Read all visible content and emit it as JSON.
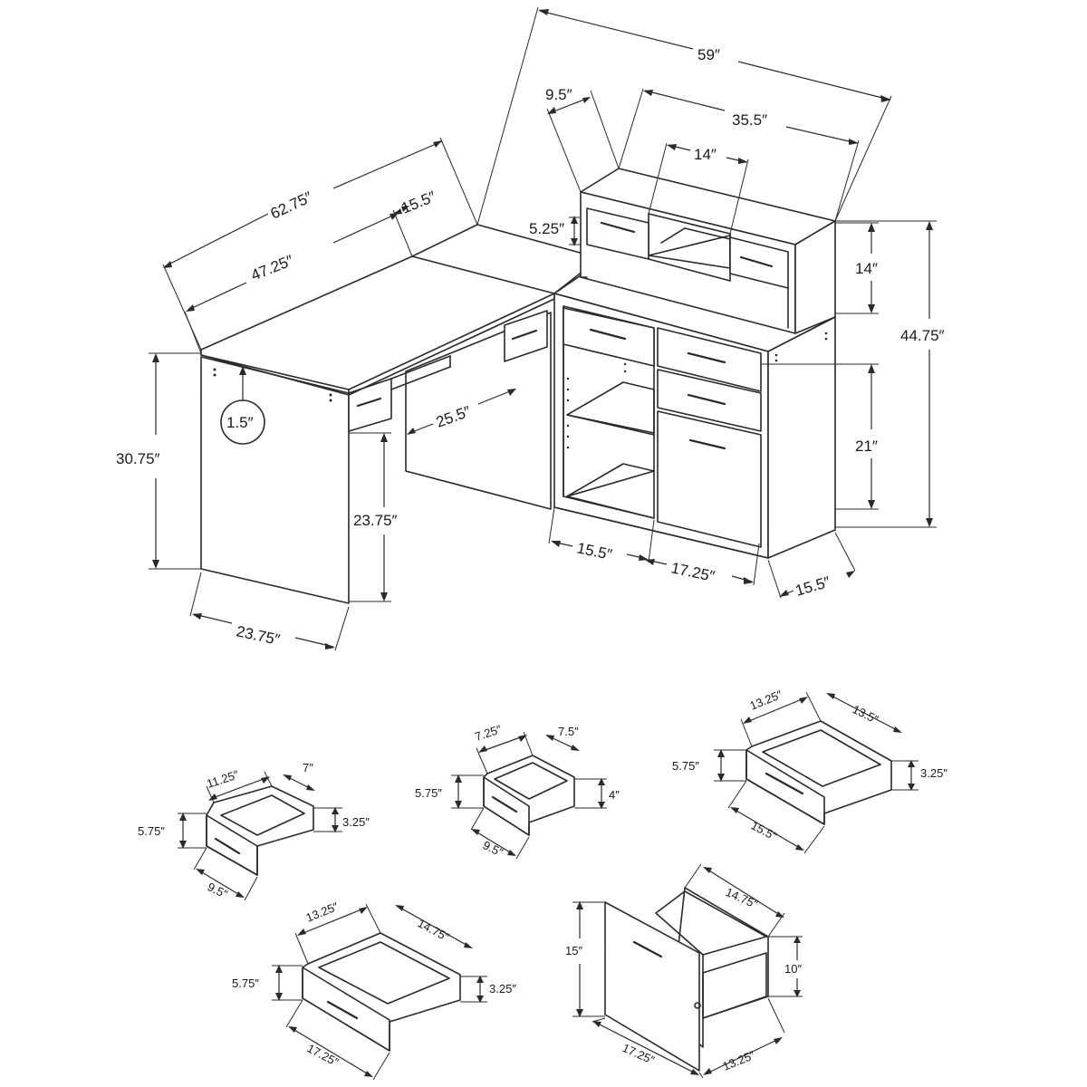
{
  "labels": {
    "overall_width": "59″",
    "hutch_side": "9.5″",
    "hutch_width": "35.5″",
    "hutch_opening": "14″",
    "left_depth": "62.75″",
    "corner_depth": "15.5″",
    "inner_length": "47.25″",
    "hutch_drawer_height": "5.25″",
    "hutch_height": "14″",
    "total_height": "44.75″",
    "desk_height": "30.75″",
    "top_thickness": "1.5″",
    "knee_depth": "25.5″",
    "knee_height": "23.75″",
    "cabinet_height": "21″",
    "desk_depth": "23.75″",
    "shelf_width": "15.5″",
    "drawer_section_width": "17.25″",
    "cabinet_depth": "15.5″"
  },
  "drawers": [
    {
      "id": "a",
      "width": "11.25″",
      "depth": "7″",
      "height": "5.75″",
      "inner_height": "3.25″",
      "front": "9.5″"
    },
    {
      "id": "b",
      "width": "7.25″",
      "depth": "7.5″",
      "height": "5.75″",
      "inner_height": "4″",
      "front": "9.5″"
    },
    {
      "id": "c",
      "width": "13.25″",
      "depth": "13.5″",
      "height": "5.75″",
      "inner_height": "3.25″",
      "front": "15.5″"
    },
    {
      "id": "d",
      "width": "13.25″",
      "depth": "14.75″",
      "height": "5.75″",
      "inner_height": "3.25″",
      "front": "17.25″"
    },
    {
      "id": "e",
      "width": "14.75″",
      "depth": "13.25″",
      "height": "15″",
      "inner_height": "10″",
      "front": "17.25″"
    }
  ]
}
